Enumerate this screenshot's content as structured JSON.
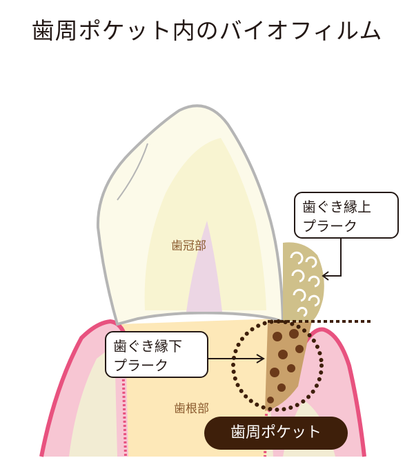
{
  "title": "歯周ポケット内のバイオフィルム",
  "labels": {
    "crown": "歯冠部",
    "root": "歯根部"
  },
  "callouts": {
    "supragingival": {
      "line1": "歯ぐき縁上",
      "line2": "プラーク"
    },
    "subgingival": {
      "line1": "歯ぐき縁下",
      "line2": "プラーク"
    }
  },
  "pocket": "歯周ポケット",
  "colors": {
    "enamel": "#fcfae9",
    "root": "#fde8b8",
    "gum": "#e8527f",
    "gum_light": "#f7c6d3",
    "bone": "#f2ecd3",
    "supra_plaque": "#cfc08a",
    "sub_plaque": "#6b3a1a",
    "dark": "#3e1f0a"
  }
}
